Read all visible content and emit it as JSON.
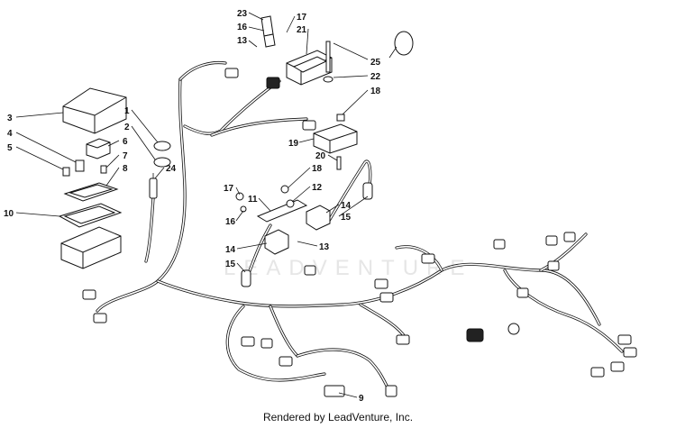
{
  "watermark": "LEADVENTURE",
  "footer": "Rendered by LeadVenture, Inc.",
  "callouts": [
    {
      "id": "c1",
      "label": "1"
    },
    {
      "id": "c2",
      "label": "2"
    },
    {
      "id": "c3",
      "label": "3"
    },
    {
      "id": "c4",
      "label": "4"
    },
    {
      "id": "c5",
      "label": "5"
    },
    {
      "id": "c6",
      "label": "6"
    },
    {
      "id": "c7",
      "label": "7"
    },
    {
      "id": "c8",
      "label": "8"
    },
    {
      "id": "c9",
      "label": "9"
    },
    {
      "id": "c10",
      "label": "10"
    },
    {
      "id": "c11",
      "label": "11"
    },
    {
      "id": "c12",
      "label": "12"
    },
    {
      "id": "c13a",
      "label": "13"
    },
    {
      "id": "c13b",
      "label": "13"
    },
    {
      "id": "c14a",
      "label": "14"
    },
    {
      "id": "c14b",
      "label": "14"
    },
    {
      "id": "c15a",
      "label": "15"
    },
    {
      "id": "c15b",
      "label": "15"
    },
    {
      "id": "c16a",
      "label": "16"
    },
    {
      "id": "c16b",
      "label": "16"
    },
    {
      "id": "c17a",
      "label": "17"
    },
    {
      "id": "c17b",
      "label": "17"
    },
    {
      "id": "c18a",
      "label": "18"
    },
    {
      "id": "c18b",
      "label": "18"
    },
    {
      "id": "c19",
      "label": "19"
    },
    {
      "id": "c20",
      "label": "20"
    },
    {
      "id": "c21",
      "label": "21"
    },
    {
      "id": "c22",
      "label": "22"
    },
    {
      "id": "c23",
      "label": "23"
    },
    {
      "id": "c24",
      "label": "24"
    },
    {
      "id": "c25",
      "label": "25"
    }
  ]
}
